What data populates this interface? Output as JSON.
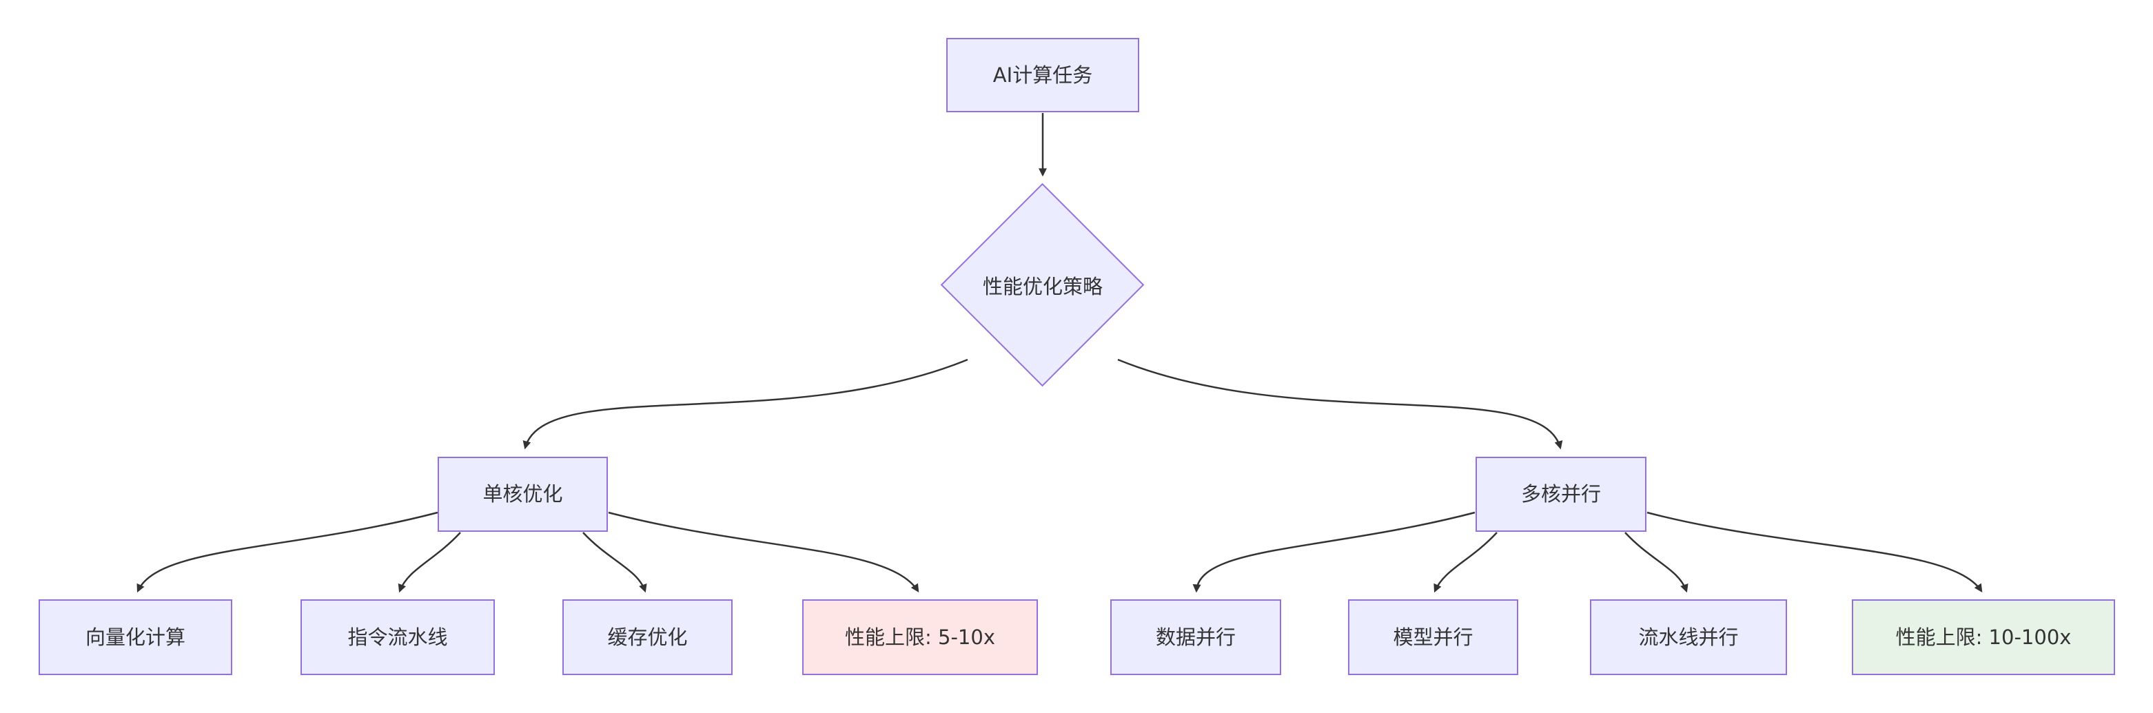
{
  "diagram": {
    "type": "flowchart",
    "direction": "top-down",
    "background": "#ffffff",
    "theme": {
      "node_fill": "#ECECFF",
      "node_border": "#9370DB",
      "edge_color": "#333333",
      "text_color": "#333333",
      "limit_single_fill": "#ffe6e6",
      "limit_multi_fill": "#e8f3e8"
    },
    "nodes": [
      {
        "id": "task",
        "label": "AI计算任务",
        "shape": "rect"
      },
      {
        "id": "strategy",
        "label": "性能优化策略",
        "shape": "diamond"
      },
      {
        "id": "single",
        "label": "单核优化",
        "shape": "rect"
      },
      {
        "id": "multi",
        "label": "多核并行",
        "shape": "rect"
      },
      {
        "id": "vectorize",
        "label": "向量化计算",
        "shape": "rect"
      },
      {
        "id": "instr-pipeline",
        "label": "指令流水线",
        "shape": "rect"
      },
      {
        "id": "cache",
        "label": "缓存优化",
        "shape": "rect"
      },
      {
        "id": "limit-single",
        "label": "性能上限: 5-10x",
        "shape": "rect",
        "fill": "#ffe6e6"
      },
      {
        "id": "data-parallel",
        "label": "数据并行",
        "shape": "rect"
      },
      {
        "id": "model-parallel",
        "label": "模型并行",
        "shape": "rect"
      },
      {
        "id": "pipeline-parallel",
        "label": "流水线并行",
        "shape": "rect"
      },
      {
        "id": "limit-multi",
        "label": "性能上限: 10-100x",
        "shape": "rect",
        "fill": "#e8f3e8"
      }
    ],
    "edges": [
      {
        "from": "task",
        "to": "strategy"
      },
      {
        "from": "strategy",
        "to": "single"
      },
      {
        "from": "strategy",
        "to": "multi"
      },
      {
        "from": "single",
        "to": "vectorize"
      },
      {
        "from": "single",
        "to": "instr-pipeline"
      },
      {
        "from": "single",
        "to": "cache"
      },
      {
        "from": "single",
        "to": "limit-single"
      },
      {
        "from": "multi",
        "to": "data-parallel"
      },
      {
        "from": "multi",
        "to": "model-parallel"
      },
      {
        "from": "multi",
        "to": "pipeline-parallel"
      },
      {
        "from": "multi",
        "to": "limit-multi"
      }
    ]
  }
}
